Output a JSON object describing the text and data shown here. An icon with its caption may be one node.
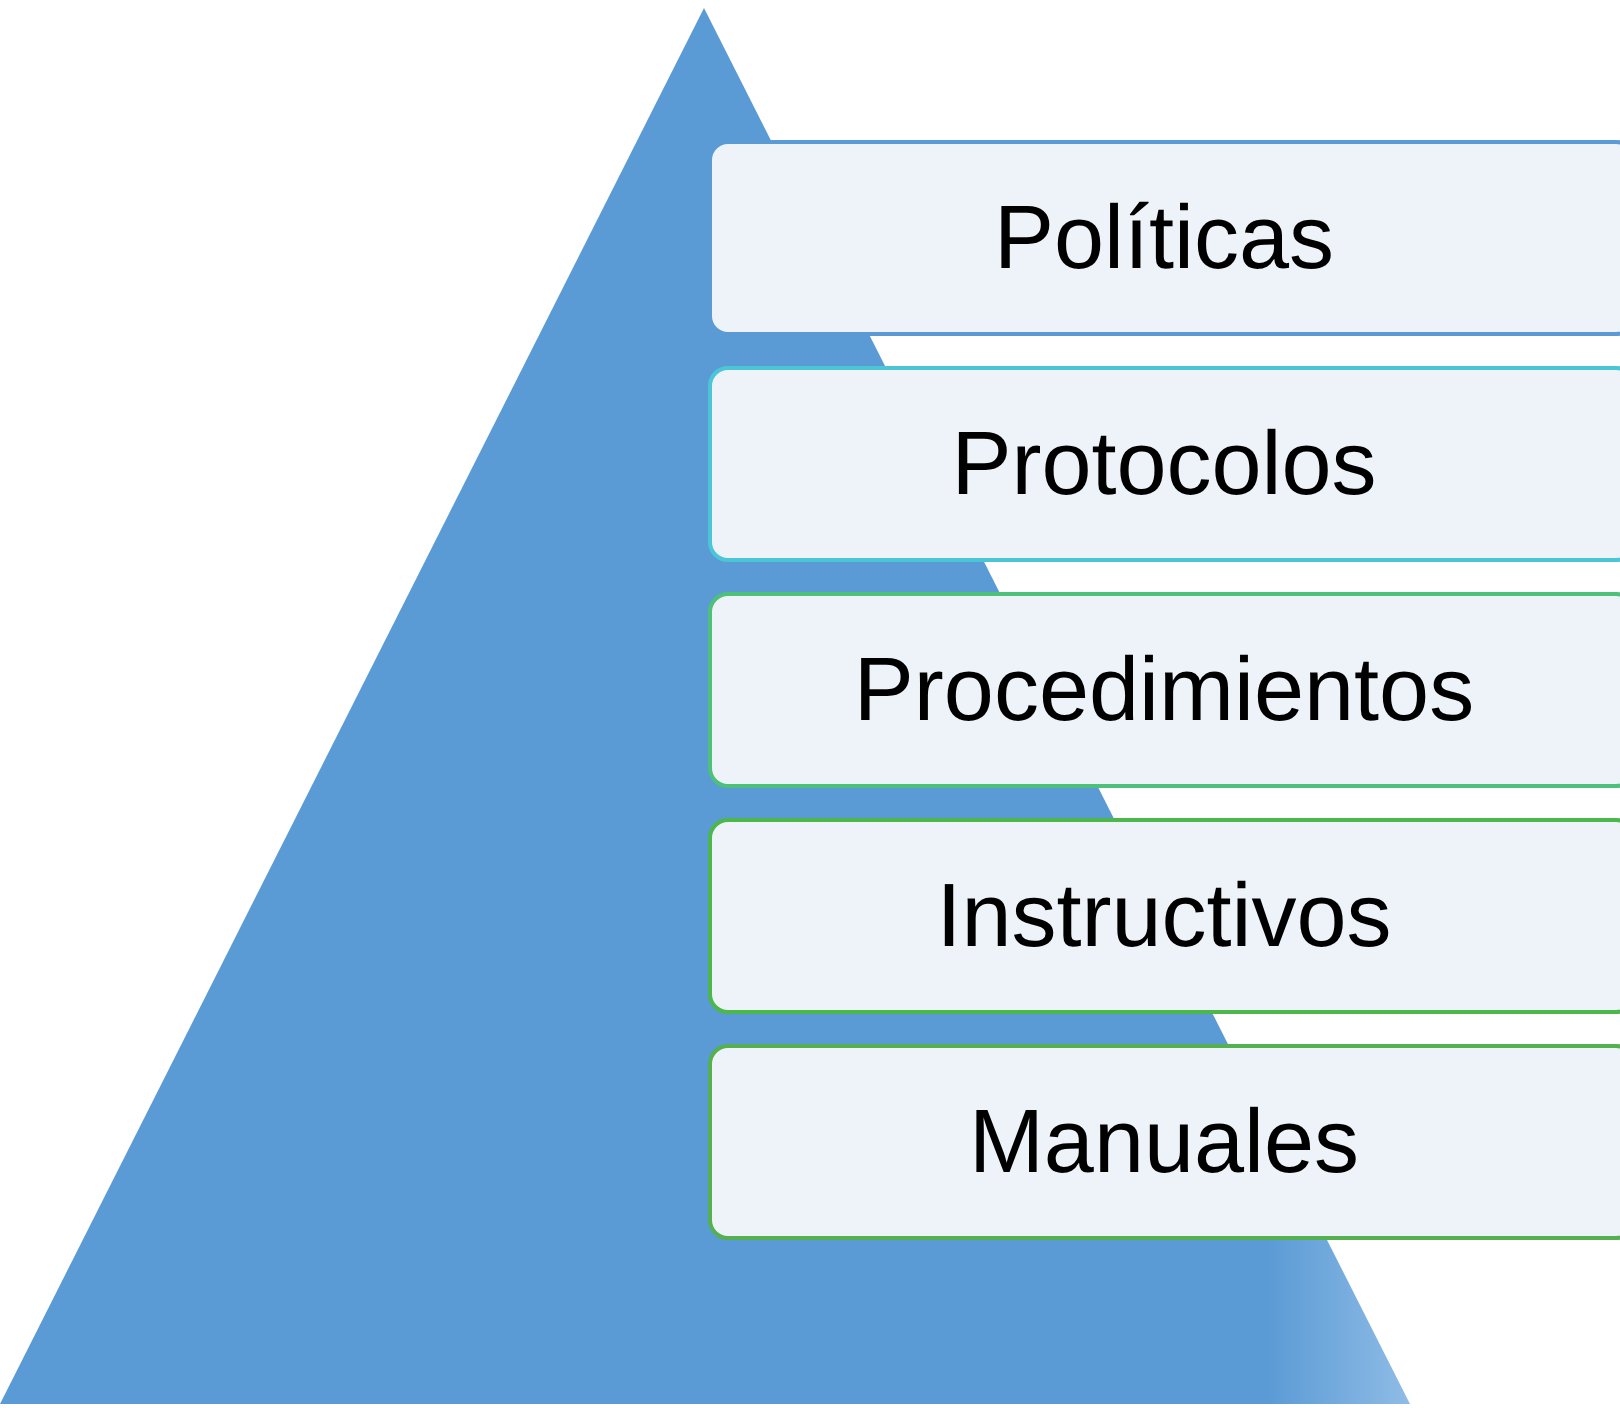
{
  "diagram": {
    "nodes": [
      {
        "text": [
          "Políticas"
        ]
      },
      {
        "text": [
          "Protocolos"
        ]
      },
      {
        "text": [
          "Procedimientos"
        ]
      },
      {
        "text": [
          "Instructivos"
        ]
      },
      {
        "text": [
          "Manuales"
        ]
      }
    ]
  }
}
